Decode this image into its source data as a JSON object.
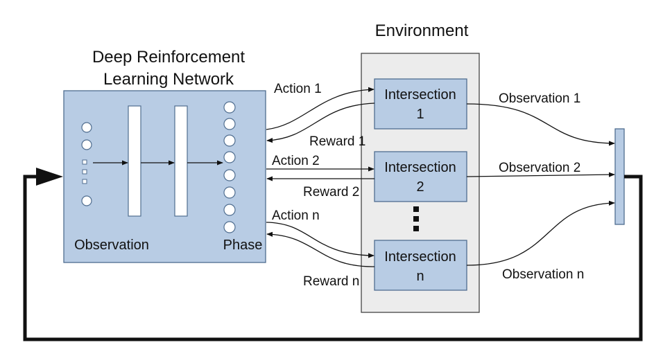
{
  "titles": {
    "environment": "Environment",
    "drl_line1": "Deep Reinforcement",
    "drl_line2": "Learning Network"
  },
  "network": {
    "input_label": "Observation",
    "output_label": "Phase"
  },
  "intersections": [
    {
      "line1": "Intersection",
      "line2": "1"
    },
    {
      "line1": "Intersection",
      "line2": "2"
    },
    {
      "line1": "Intersection",
      "line2": "n"
    }
  ],
  "ellipsis": "⋮",
  "edges": {
    "action_1": "Action 1",
    "reward_1": "Reward 1",
    "action_2": "Action 2",
    "reward_2": "Reward 2",
    "action_n": "Action n",
    "reward_n": "Reward n",
    "observation_1": "Observation 1",
    "observation_2": "Observation 2",
    "observation_n": "Observation n"
  },
  "colors": {
    "box_fill": "#b8cce4",
    "box_stroke": "#4f6d8f",
    "env_fill": "#ececec",
    "env_stroke": "#444444",
    "line": "#111111"
  }
}
